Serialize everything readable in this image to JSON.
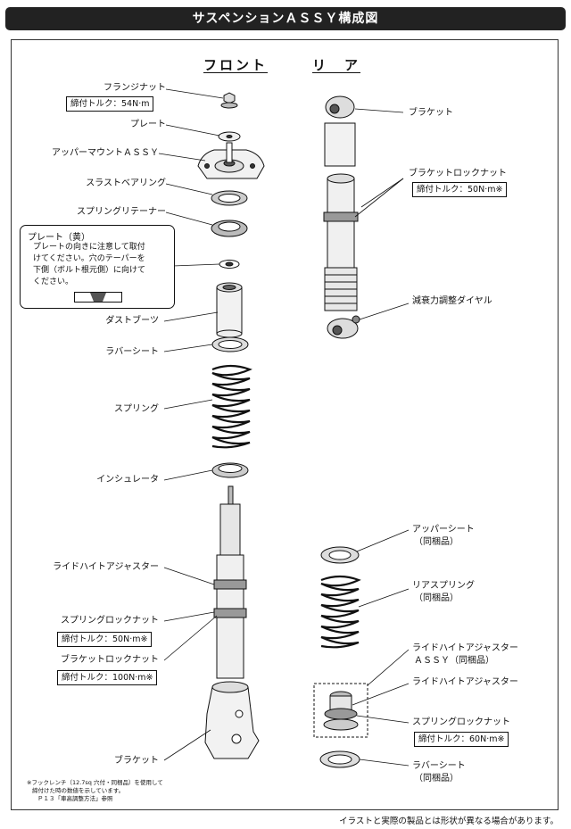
{
  "title": "サスペンションＡＳＳＹ構成図",
  "front": {
    "header": "フロント",
    "labels": {
      "flange_nut": "フランジナット",
      "flange_nut_torque": "締付トルク：54N·m",
      "plate": "プレート",
      "upper_mount": "アッパーマウントＡＳＳＹ",
      "thrust_bearing": "スラストベアリング",
      "spring_retainer": "スプリングリテーナー",
      "dust_boot": "ダストブーツ",
      "rubber_seat": "ラバーシート",
      "spring": "スプリング",
      "insulator": "インシュレータ",
      "ride_height_adjuster": "ライドハイトアジャスター",
      "spring_lock_nut": "スプリングロックナット",
      "spring_lock_nut_torque": "締付トルク：50N·m※",
      "bracket_lock_nut": "ブラケットロックナット",
      "bracket_lock_nut_torque": "締付トルク：100N·m※",
      "bracket": "ブラケット"
    },
    "plate_note": {
      "title": "プレート（黄）",
      "lines": [
        "プレートの向きに注意して取付",
        "けてください。穴のテーパーを",
        "下側（ボルト根元側）に向けて",
        "ください。"
      ]
    },
    "footnote": {
      "lines": [
        "※フックレンチ（12.7sq 穴付・同梱品）を使用して",
        "締付けた時の数値を示しています。",
        "Ｐ１３「車高調整方法」参照"
      ]
    }
  },
  "rear": {
    "header": "リ　ア",
    "labels": {
      "bracket": "ブラケット",
      "bracket_lock_nut": "ブラケットロックナット",
      "bracket_lock_nut_torque": "締付トルク：50N·m※",
      "damping_dial": "減衰力調整ダイヤル",
      "upper_seat": "アッパーシート",
      "upper_seat_sub": "（同梱品）",
      "rear_spring": "リアスプリング",
      "rear_spring_sub": "（同梱品）",
      "ride_height_assy": "ライドハイトアジャスター",
      "ride_height_assy_sub": "ＡＳＳＹ（同梱品）",
      "ride_height_adjuster": "ライドハイトアジャスター",
      "spring_lock_nut": "スプリングロックナット",
      "spring_lock_nut_torque": "締付トルク：60N·m※",
      "rubber_seat": "ラバーシート",
      "rubber_seat_sub": "（同梱品）"
    }
  },
  "caption": "イラストと実際の製品とは形状が異なる場合があります。"
}
